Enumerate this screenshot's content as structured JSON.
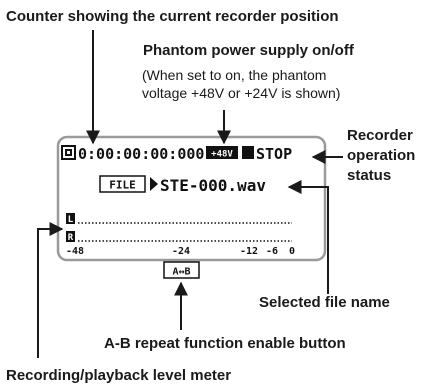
{
  "callouts": {
    "counter": "Counter showing the current recorder position",
    "phantom": "Phantom power supply on/off",
    "phantom_note_1": "(When set to on, the phantom",
    "phantom_note_2": "voltage +48V or +24V is shown)",
    "status_1": "Recorder",
    "status_2": "operation",
    "status_3": "status",
    "file_name": "Selected file name",
    "ab_repeat": "A-B repeat function enable button",
    "level_meter": "Recording/playback level meter"
  },
  "lcd": {
    "counter_value": "0:00:00:00:000",
    "phantom_badge": "+48V",
    "transport_status": "STOP",
    "file_tab": "FILE",
    "file_name": "STE-000.wav",
    "channel_left": "L",
    "channel_right": "R",
    "meter_scale": [
      "-48",
      "-24",
      "-12",
      "-6",
      "0"
    ],
    "ab_button": "A↔B"
  },
  "icons": {
    "counter": "counter-icon",
    "stop": "stop-square-icon",
    "play": "play-triangle-icon"
  }
}
